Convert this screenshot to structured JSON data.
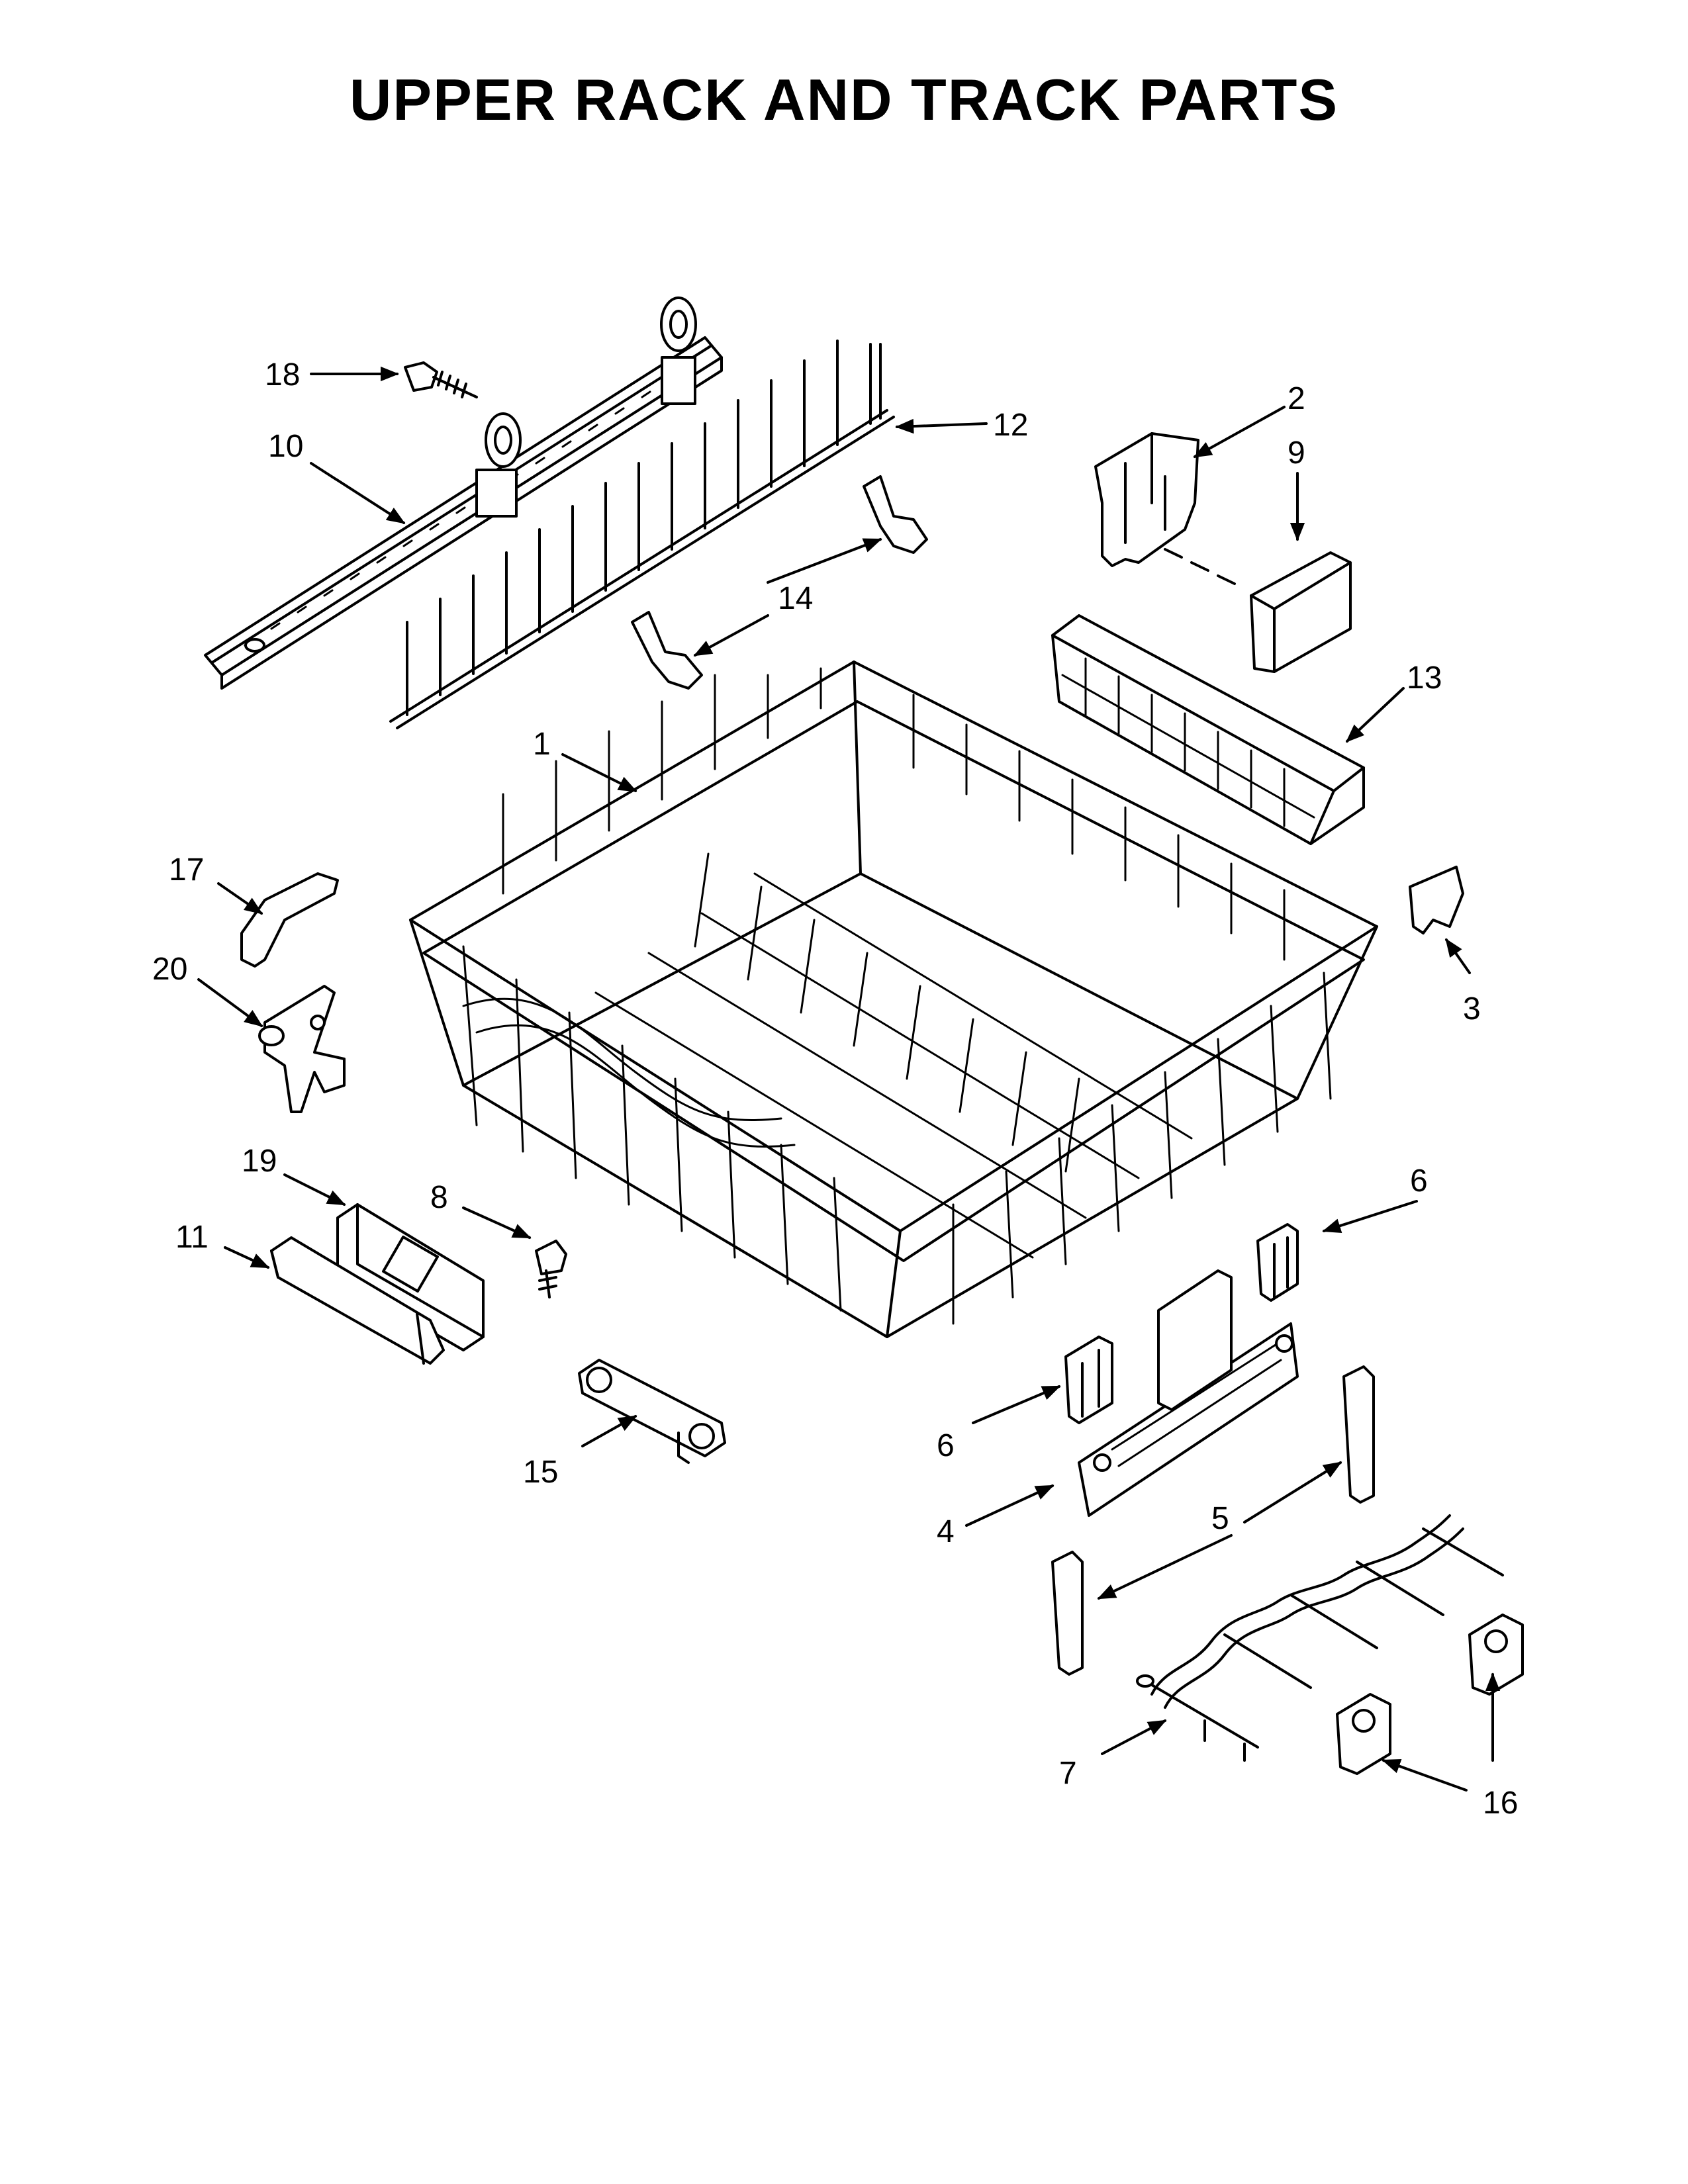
{
  "page": {
    "title": "UPPER RACK AND TRACK PARTS"
  },
  "diagram": {
    "part_labels": {
      "p1": "1",
      "p2": "2",
      "p3": "3",
      "p4": "4",
      "p5": "5",
      "p6a": "6",
      "p6b": "6",
      "p7": "7",
      "p8": "8",
      "p9": "9",
      "p10": "10",
      "p11": "11",
      "p12": "12",
      "p13": "13",
      "p14": "14",
      "p15": "15",
      "p16": "16",
      "p17": "17",
      "p18": "18",
      "p19": "19",
      "p20": "20"
    }
  },
  "colors": {
    "ink": "#000000",
    "paper": "#ffffff",
    "part_fill": "#ffffff"
  }
}
